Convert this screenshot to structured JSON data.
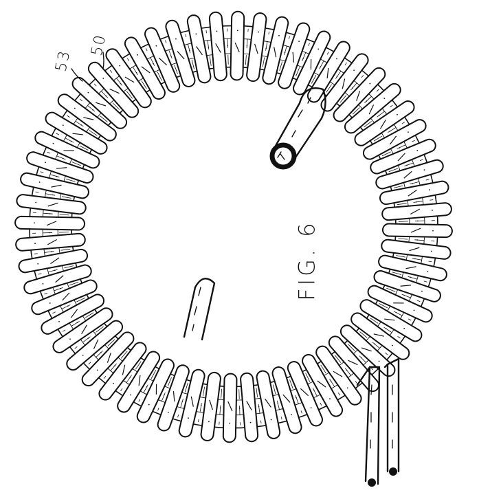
{
  "figure": {
    "caption": "FIG. 6",
    "reference_numerals": [
      "53",
      "50"
    ]
  },
  "colors": {
    "ink": "#111111",
    "paper": "#ffffff"
  }
}
